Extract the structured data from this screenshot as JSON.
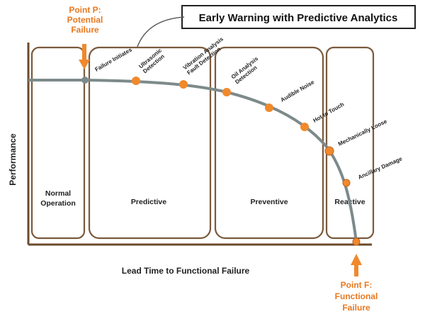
{
  "title": "Early Warning with Predictive Analytics",
  "point_p": {
    "line1": "Point P:",
    "line2": "Potential",
    "line3": "Failure"
  },
  "point_f": {
    "line1": "Point F:",
    "line2": "Functional",
    "line3": "Failure"
  },
  "y_axis_label": "Performance",
  "x_axis_label": "Lead Time to Functional Failure",
  "zones": {
    "normal_line1": "Normal",
    "normal_line2": "Operation",
    "predictive": "Predictive",
    "preventive": "Preventive",
    "reactive": "Reactive"
  },
  "stages": {
    "failure_initiates": "Failure Initiates",
    "ultrasonic_1": "Ultrasonic",
    "ultrasonic_2": "Detection",
    "vibration_1": "Vibration Analysis",
    "vibration_2": "Fault Detection",
    "oil_1": "Oil Analysis",
    "oil_2": "Detection",
    "audible_noise": "Audible Noise",
    "hot_to_touch": "Hot to Touch",
    "mechanically_loose": "Mechanically Loose",
    "ancillary_damage": "Ancillary Damage"
  },
  "colors": {
    "accent": "#f0892c",
    "curve": "#7d8a8a",
    "border": "#7a5a3c",
    "point_text": "#e8781f"
  }
}
